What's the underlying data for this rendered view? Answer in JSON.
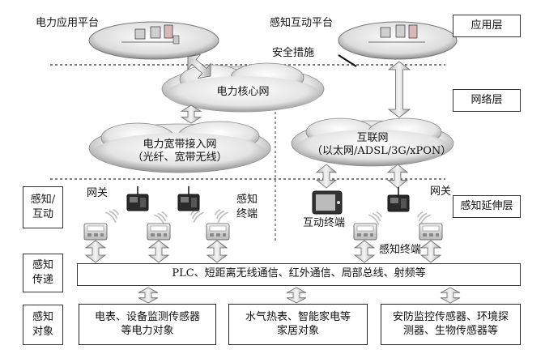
{
  "layers": {
    "application": "应用层",
    "network": "网络层",
    "extension": "感知延伸层"
  },
  "platforms": {
    "power_app": "电力应用平台",
    "sensing_interaction": "感知互动平台"
  },
  "security": "安全措施",
  "networks": {
    "core": "电力核心网",
    "broadband_line1": "电力宽带接入网",
    "broadband_line2": "（光纤、宽带无线）",
    "internet_line1": "互联网",
    "internet_line2": "（以太网/ADSL/3G/xPON）"
  },
  "device_labels": {
    "gateway_left": "网关",
    "gateway_right": "网关",
    "sensing_terminal_a": "感知",
    "sensing_terminal_b": "终端",
    "interactive_terminal": "互动终端",
    "sensing_terminal_bottom": "感知终端"
  },
  "side_labels": {
    "interaction_a": "感知/",
    "interaction_b": "互动",
    "transfer_a": "感知",
    "transfer_b": "传递",
    "object_a": "感知",
    "object_b": "对象"
  },
  "transfer_bar": "PLC、短距离无线通信、红外通信、局部总线、射频等",
  "objects": {
    "power_line1": "电表、设备监测传感器",
    "power_line2": "等电力对象",
    "home_line1": "水气热表、智能家电等",
    "home_line2": "家居对象",
    "security_line1": "安防监控传感器、环境探",
    "security_line2": "测器、生物传感器等"
  }
}
